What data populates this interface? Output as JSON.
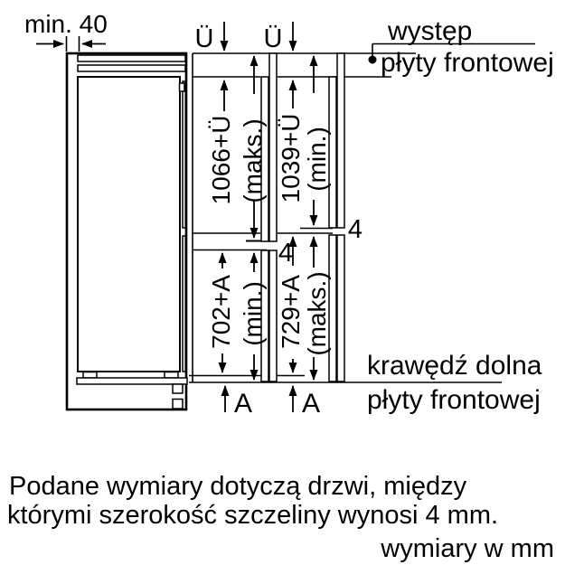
{
  "colors": {
    "panel_gray": "#c3c3c3",
    "line": "#000000",
    "background": "#ffffff"
  },
  "top": {
    "min_clearance": "min. 40",
    "u_left": "Ü",
    "u_right": "Ü"
  },
  "callout_top": {
    "line1": "występ",
    "line2": "płyty frontowej"
  },
  "callout_bottom": {
    "line1": "krawędź dolna",
    "line2": "płyty frontowej"
  },
  "dims": {
    "upper_left_value": "1066+Ü",
    "upper_left_qual": "(maks.)",
    "upper_right_value": "1039+Ü",
    "upper_right_qual": "(min.)",
    "lower_left_value": "702+A",
    "lower_left_qual": "(min.)",
    "lower_right_value": "729+A",
    "lower_right_qual": "(maks.)",
    "gap_left": "4",
    "gap_right": "4",
    "offset_left": "A",
    "offset_right": "A"
  },
  "footer": {
    "note_line1": "Podane wymiary dotyczą drzwi, między",
    "note_line2": "którymi szerokość szczeliny wynosi 4 mm.",
    "units": "wymiary w mm"
  }
}
